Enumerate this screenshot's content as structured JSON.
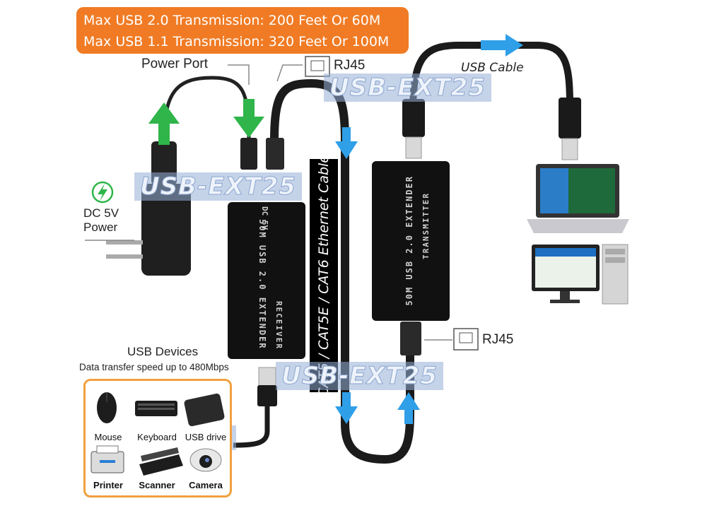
{
  "banner": {
    "line1": "Max USB 2.0 Transmission: 200 Feet Or 60M",
    "line2": "Max USB 1.1 Transmission: 320 Feet Or 100M"
  },
  "labels": {
    "power_port": "Power Port",
    "rj45_top": "RJ45",
    "rj45_bottom": "RJ45",
    "usb_cable": "USB Cable",
    "dc_line1": "DC 5V",
    "dc_line2": "Power",
    "usb_devices_title": "USB Devices",
    "usb_devices_sub": "Data transfer speed up to 480Mbps",
    "cable_type": "CAT5 / CAT5E / CAT6 Ethernet Cable"
  },
  "watermark": "USB-EXT25",
  "receiver": {
    "dc_text": "DC 5V",
    "model": "50M USB 2.0 EXTENDER",
    "role": "RECEIVER"
  },
  "transmitter": {
    "model": "50M USB 2.0 EXTENDER",
    "role": "TRANSMITTER"
  },
  "devices": [
    {
      "label": "Mouse"
    },
    {
      "label": "Keyboard"
    },
    {
      "label": "USB drive"
    },
    {
      "label": "Printer"
    },
    {
      "label": "Scanner"
    },
    {
      "label": "Camera"
    }
  ],
  "colors": {
    "banner_bg": "#f07b24",
    "green_arrow": "#2fb54a",
    "blue_arrow": "#2f9fe8",
    "device_box_border": "#f0a040"
  }
}
